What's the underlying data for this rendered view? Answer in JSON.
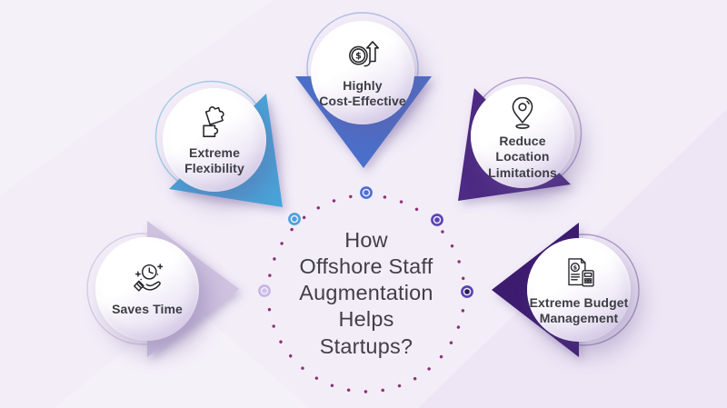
{
  "title": "How\nOffshore Staff\nAugmentation\nHelps\nStartups?",
  "colors": {
    "background": "#f3edf8",
    "dotted_ring": "#8d3277",
    "title_text": "#414047",
    "label_text": "#3d3d44"
  },
  "nodes": [
    {
      "id": "extreme-flexibility",
      "label": "Extreme\nFlexibility",
      "icon": "puzzle-pieces-icon",
      "arrow_color": "#4aa3d8",
      "arc_color": "#5fb0dd",
      "bullet_ring": "#49a2dc",
      "bullet_dot": "#49a2dc"
    },
    {
      "id": "highly-cost-effective",
      "label": "Highly\nCost-Effective",
      "icon": "coin-growth-arrow-icon",
      "arrow_color": "#4b70ca",
      "arc_color": "#7b93d6",
      "bullet_ring": "#4a6fd6",
      "bullet_dot": "#4a6fd6"
    },
    {
      "id": "reduce-location-limitations",
      "label": "Reduce\nLocation\nLimitations",
      "icon": "location-pin-icon",
      "arrow_color": "#4e2c83",
      "arc_color": "#7e61a8",
      "bullet_ring": "#5a43b5",
      "bullet_dot": "#5a43b5"
    },
    {
      "id": "saves-time",
      "label": "Saves Time",
      "icon": "hand-clock-icon",
      "arrow_color": "#cfc3e0",
      "arc_color": "#bfb2d4",
      "bullet_ring": "#c6b5e5",
      "bullet_dot": "#cfc2ea"
    },
    {
      "id": "extreme-budget-management",
      "label": "Extreme Budget\nManagement",
      "icon": "document-calculator-icon",
      "arrow_color": "#3d1e6f",
      "arc_color": "#6d5a9d",
      "bullet_ring": "#5645b0",
      "bullet_dot": "#2d185e"
    }
  ]
}
